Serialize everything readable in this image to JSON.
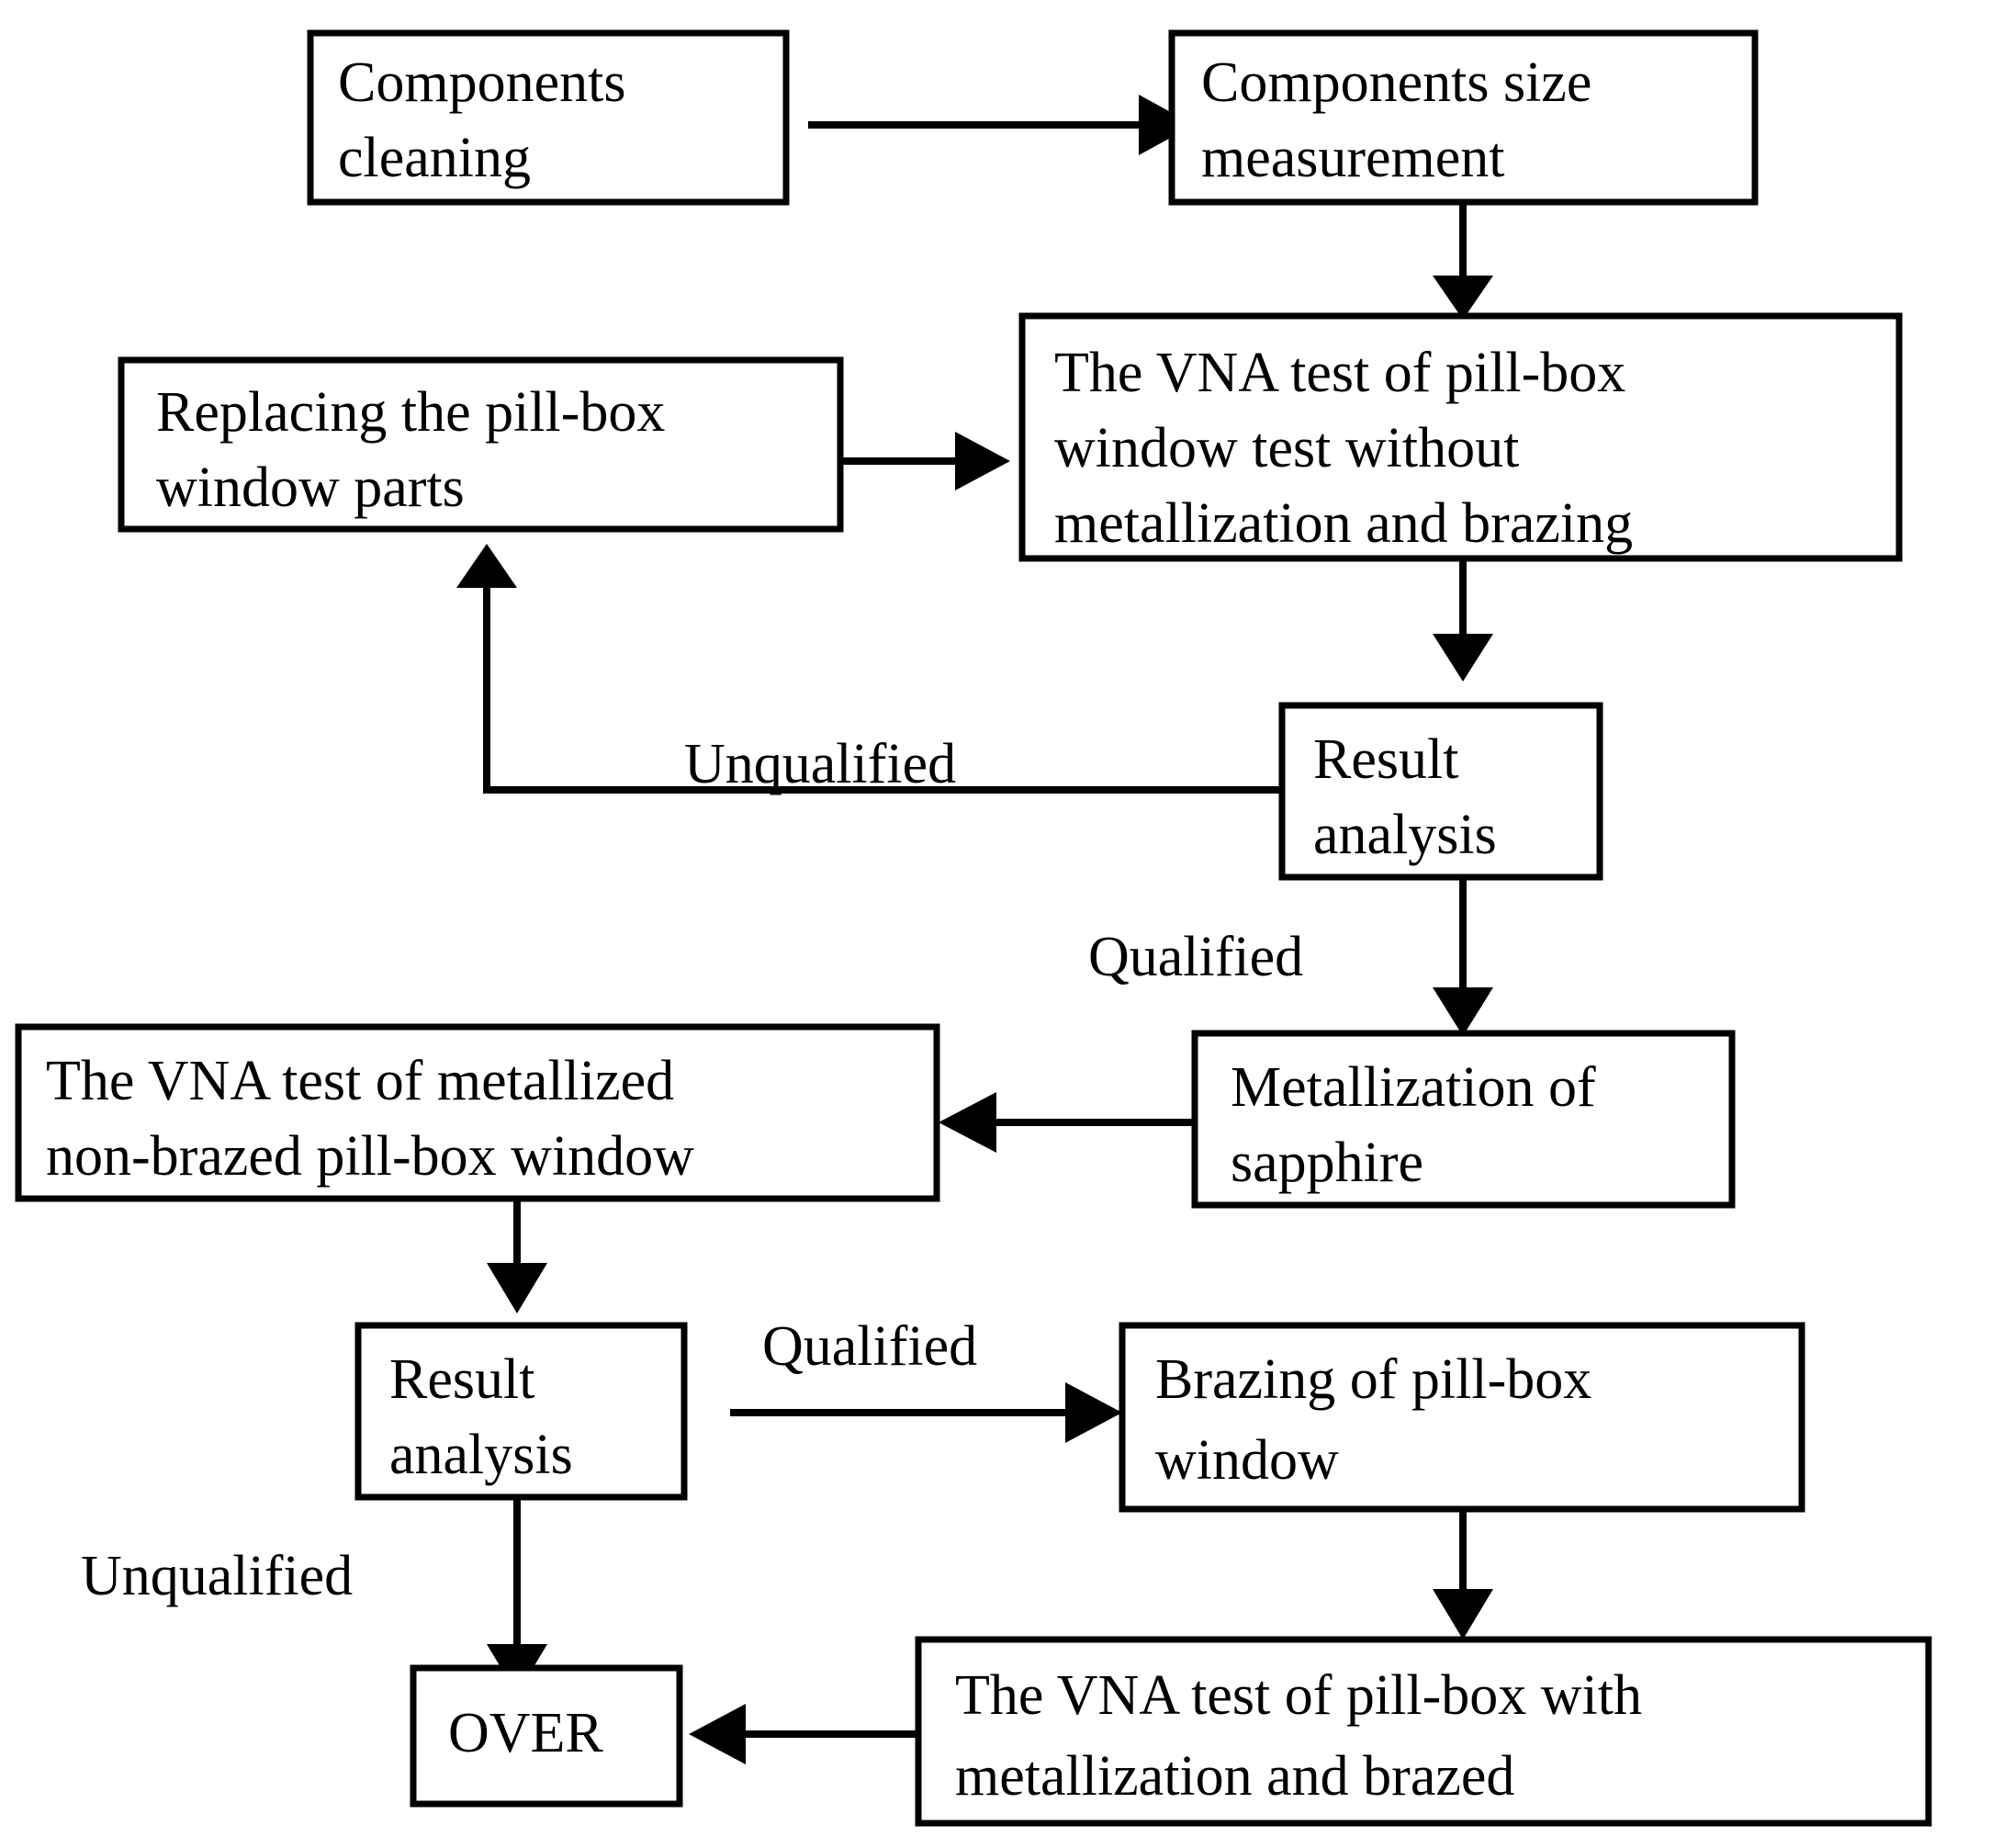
{
  "diagram": {
    "title": "Pill-box window fabrication and VNA test process flow",
    "colors": {
      "background": "#ffffff",
      "stroke": "#000000",
      "text": "#000000"
    },
    "nodes": [
      {
        "id": "components-cleaning",
        "lines": [
          "Components",
          "cleaning"
        ]
      },
      {
        "id": "components-size-measurement",
        "lines": [
          "Components size",
          "measurement"
        ]
      },
      {
        "id": "vna-test-without-metallization",
        "lines": [
          "The VNA test of  pill-box",
          "window test without",
          "metallization and brazing"
        ]
      },
      {
        "id": "replacing-pill-box-window-parts",
        "lines": [
          "Replacing the pill-box",
          "window parts"
        ]
      },
      {
        "id": "result-analysis-1",
        "lines": [
          "Result",
          "analysis"
        ]
      },
      {
        "id": "metallization-of-sapphire",
        "lines": [
          "Metallization of",
          "sapphire"
        ]
      },
      {
        "id": "vna-test-metallized-non-brazed",
        "lines": [
          "The VNA test of metallized",
          "non-brazed pill-box window"
        ]
      },
      {
        "id": "result-analysis-2",
        "lines": [
          "Result",
          "analysis"
        ]
      },
      {
        "id": "brazing-of-pill-box-window",
        "lines": [
          "Brazing of pill-box",
          "window"
        ]
      },
      {
        "id": "vna-test-metallized-brazed",
        "lines": [
          "The VNA test of pill-box with",
          "metallization and brazed"
        ]
      },
      {
        "id": "over",
        "lines": [
          "OVER"
        ]
      }
    ],
    "edge_labels": [
      {
        "id": "unqualified-1",
        "text": "Unqualified"
      },
      {
        "id": "qualified-1",
        "text": "Qualified"
      },
      {
        "id": "qualified-2",
        "text": "Qualified"
      },
      {
        "id": "unqualified-2",
        "text": "Unqualified"
      }
    ]
  }
}
